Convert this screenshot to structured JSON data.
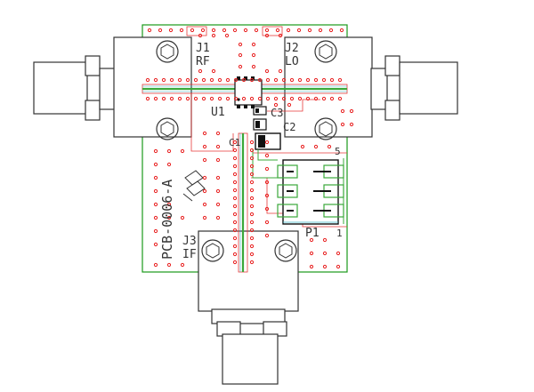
{
  "board": {
    "part_number": "PCB-0006-A",
    "colors": {
      "outline": "#1a9a1a",
      "copper": "#e63a3a",
      "silk": "#444444",
      "via": "#e82020",
      "trace": "#3aa83a",
      "cyan": "#3ab8c8",
      "black": "#111111"
    }
  },
  "labels": {
    "j1": "J1",
    "rf": "RF",
    "j2": "J2",
    "lo": "LO",
    "j3": "J3",
    "if": "IF",
    "u1": "U1",
    "c1": "C1",
    "c2": "C2",
    "c3": "C3",
    "p1": "P1",
    "pin1": "1",
    "pin5": "5"
  }
}
